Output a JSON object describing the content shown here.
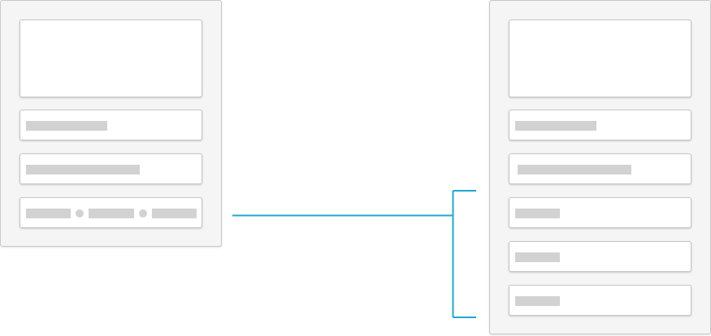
{
  "diagram": {
    "connector_color": "#1fa7d6",
    "panel_background": "#f5f5f5",
    "card_background": "#ffffff",
    "placeholder_color": "#d2d2d2"
  },
  "left_panel": {
    "cards": [
      "image-placeholder",
      "text-line",
      "text-line",
      "inline-items"
    ],
    "inline_items": 3
  },
  "right_panel": {
    "cards": [
      "image-placeholder",
      "text-line",
      "text-line",
      "text-line",
      "text-line",
      "text-line"
    ],
    "expanded_items": 3
  }
}
